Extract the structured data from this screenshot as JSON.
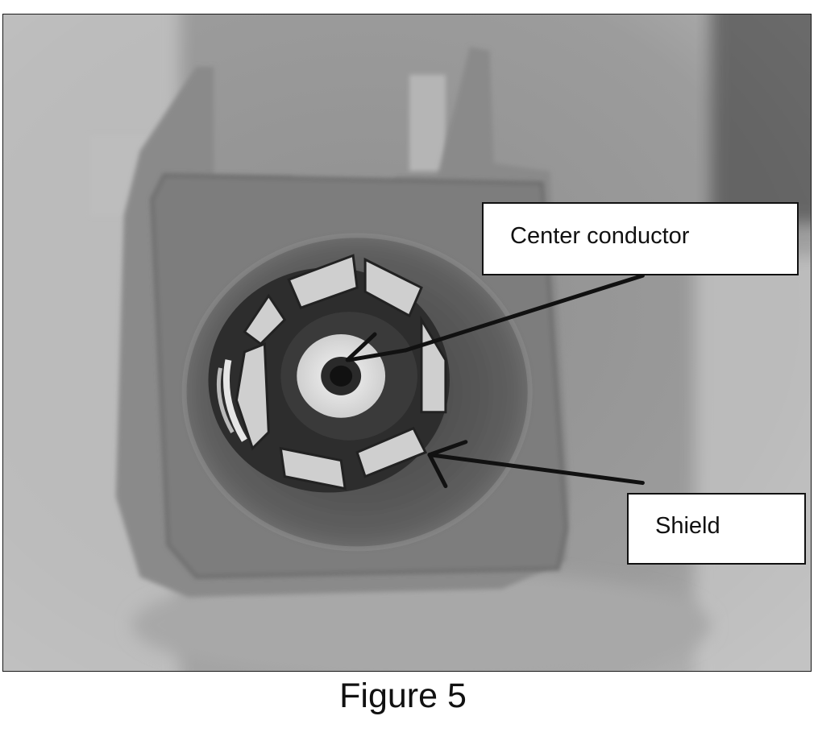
{
  "figure": {
    "caption": "Figure 5",
    "photo_subject": "coaxial-connector-closeup"
  },
  "callouts": {
    "center_conductor": "Center conductor",
    "shield": "Shield"
  }
}
